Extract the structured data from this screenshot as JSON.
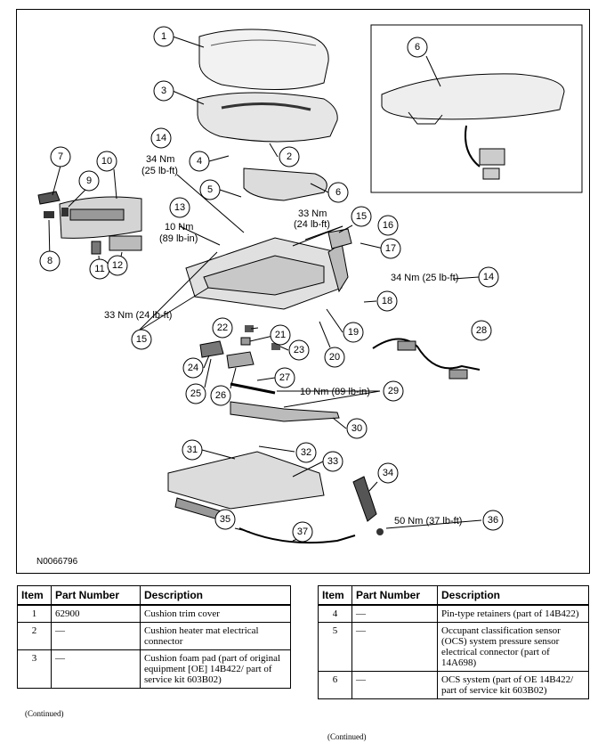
{
  "figure": {
    "figure_id": "N0066796",
    "torque_labels": {
      "t14_top": [
        "34 Nm",
        "(25 lb-ft)"
      ],
      "t13": [
        "10 Nm",
        "(89 lb-in)"
      ],
      "t15_top": [
        "33 Nm",
        "(24 lb-ft)"
      ],
      "t14_right": "34 Nm (25 lb-ft)",
      "t15_left": "33 Nm (24 lb-ft)",
      "t29": "10 Nm (89 lb-in)",
      "t36": "50 Nm (37 lb-ft)"
    },
    "callouts": [
      "1",
      "2",
      "3",
      "4",
      "5",
      "6",
      "6",
      "7",
      "8",
      "9",
      "10",
      "11",
      "12",
      "13",
      "14",
      "14",
      "15",
      "15",
      "16",
      "17",
      "18",
      "19",
      "20",
      "21",
      "22",
      "23",
      "24",
      "25",
      "26",
      "27",
      "28",
      "29",
      "30",
      "31",
      "32",
      "33",
      "34",
      "35",
      "36",
      "37"
    ]
  },
  "tables": {
    "headers": [
      "Item",
      "Part Number",
      "Description"
    ],
    "left_rows": [
      {
        "item": "1",
        "part": "62900",
        "desc": "Cushion trim cover"
      },
      {
        "item": "2",
        "part": "—",
        "desc": "Cushion heater mat electrical connector"
      },
      {
        "item": "3",
        "part": "—",
        "desc": "Cushion foam pad (part of original equipment [OE] 14B422/ part of service kit 603B02)"
      }
    ],
    "right_rows": [
      {
        "item": "4",
        "part": "—",
        "desc": "Pin-type retainers (part of 14B422)"
      },
      {
        "item": "5",
        "part": "—",
        "desc": "Occupant classification sensor (OCS) system pressure sensor electrical connector (part of 14A698)"
      },
      {
        "item": "6",
        "part": "—",
        "desc": "OCS system (part of OE 14B422/ part of service kit 603B02)"
      }
    ],
    "continued_left": "(Continued)",
    "continued_right": "(Continued)"
  }
}
